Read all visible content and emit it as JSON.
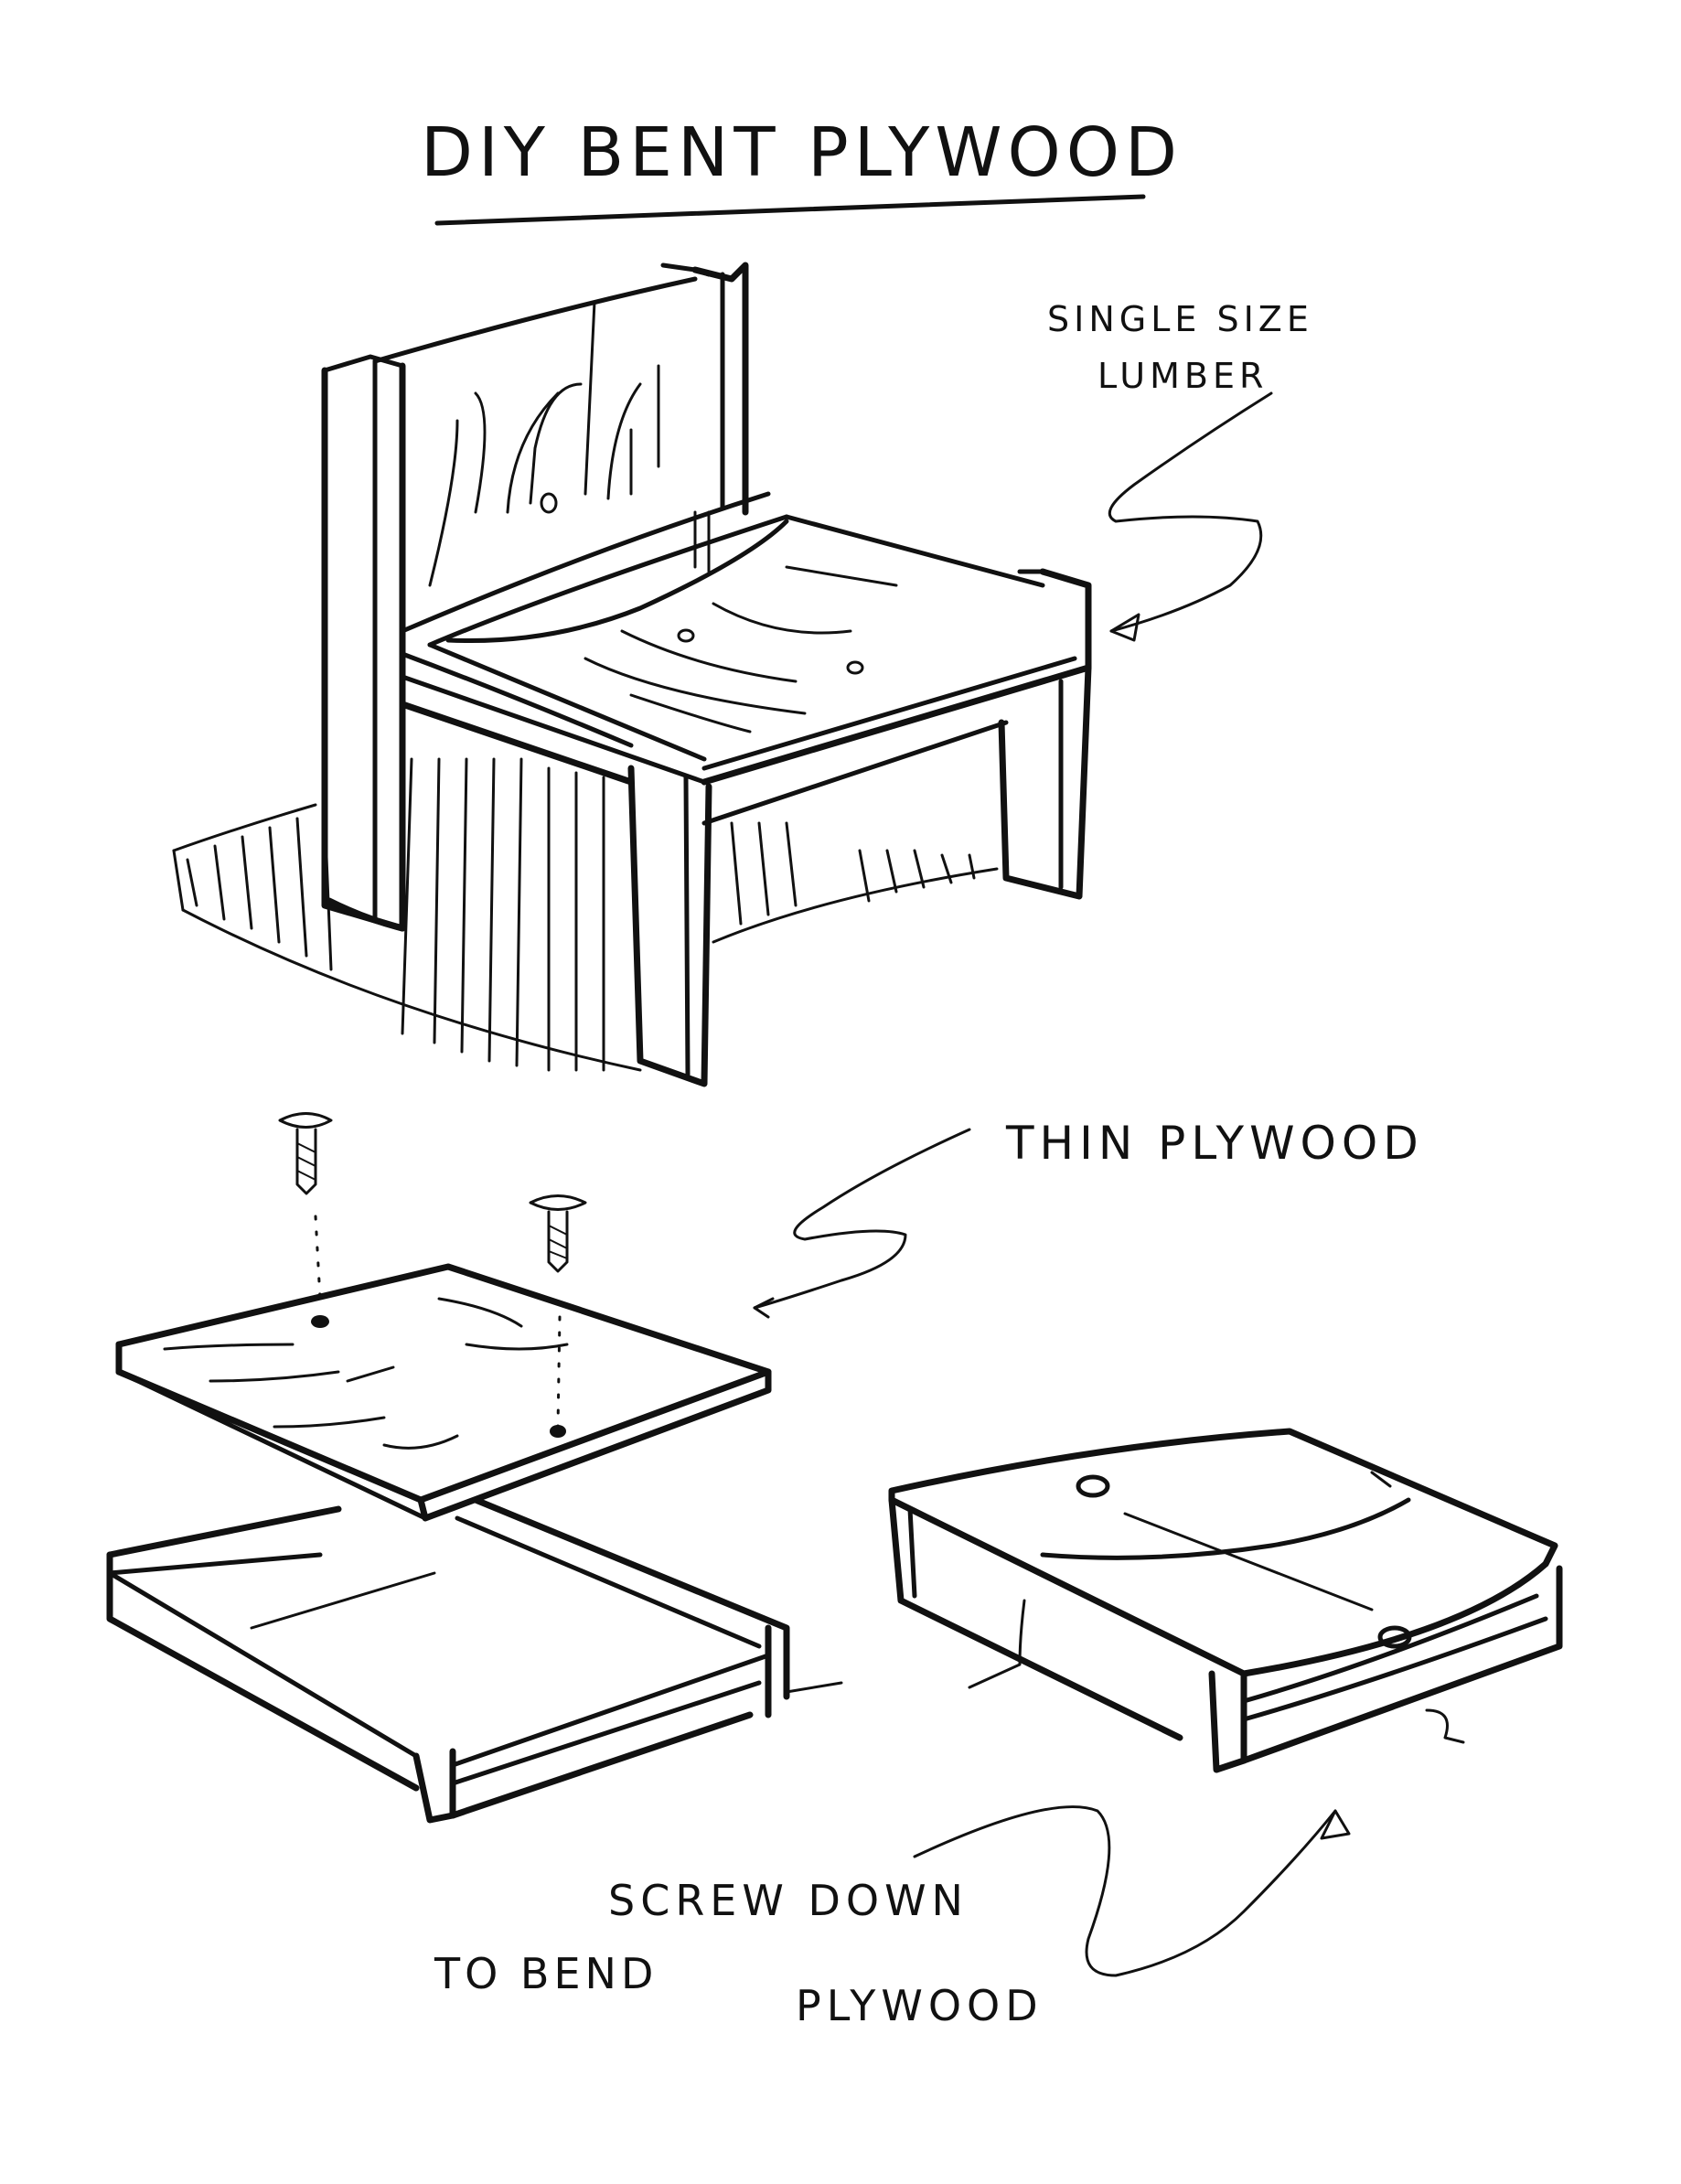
{
  "title": "DIY Bent Plywood",
  "labels": {
    "lumber_line1": "Single size",
    "lumber_line2": "Lumber",
    "thin_plywood": "Thin Plywood",
    "screw_line1": "Screw down",
    "screw_line2": "to Bend",
    "screw_line3": "Plywood"
  },
  "colors": {
    "ink": "#111111",
    "paper": "#ffffff"
  },
  "icons": [
    "screw-icon",
    "screw-icon"
  ]
}
